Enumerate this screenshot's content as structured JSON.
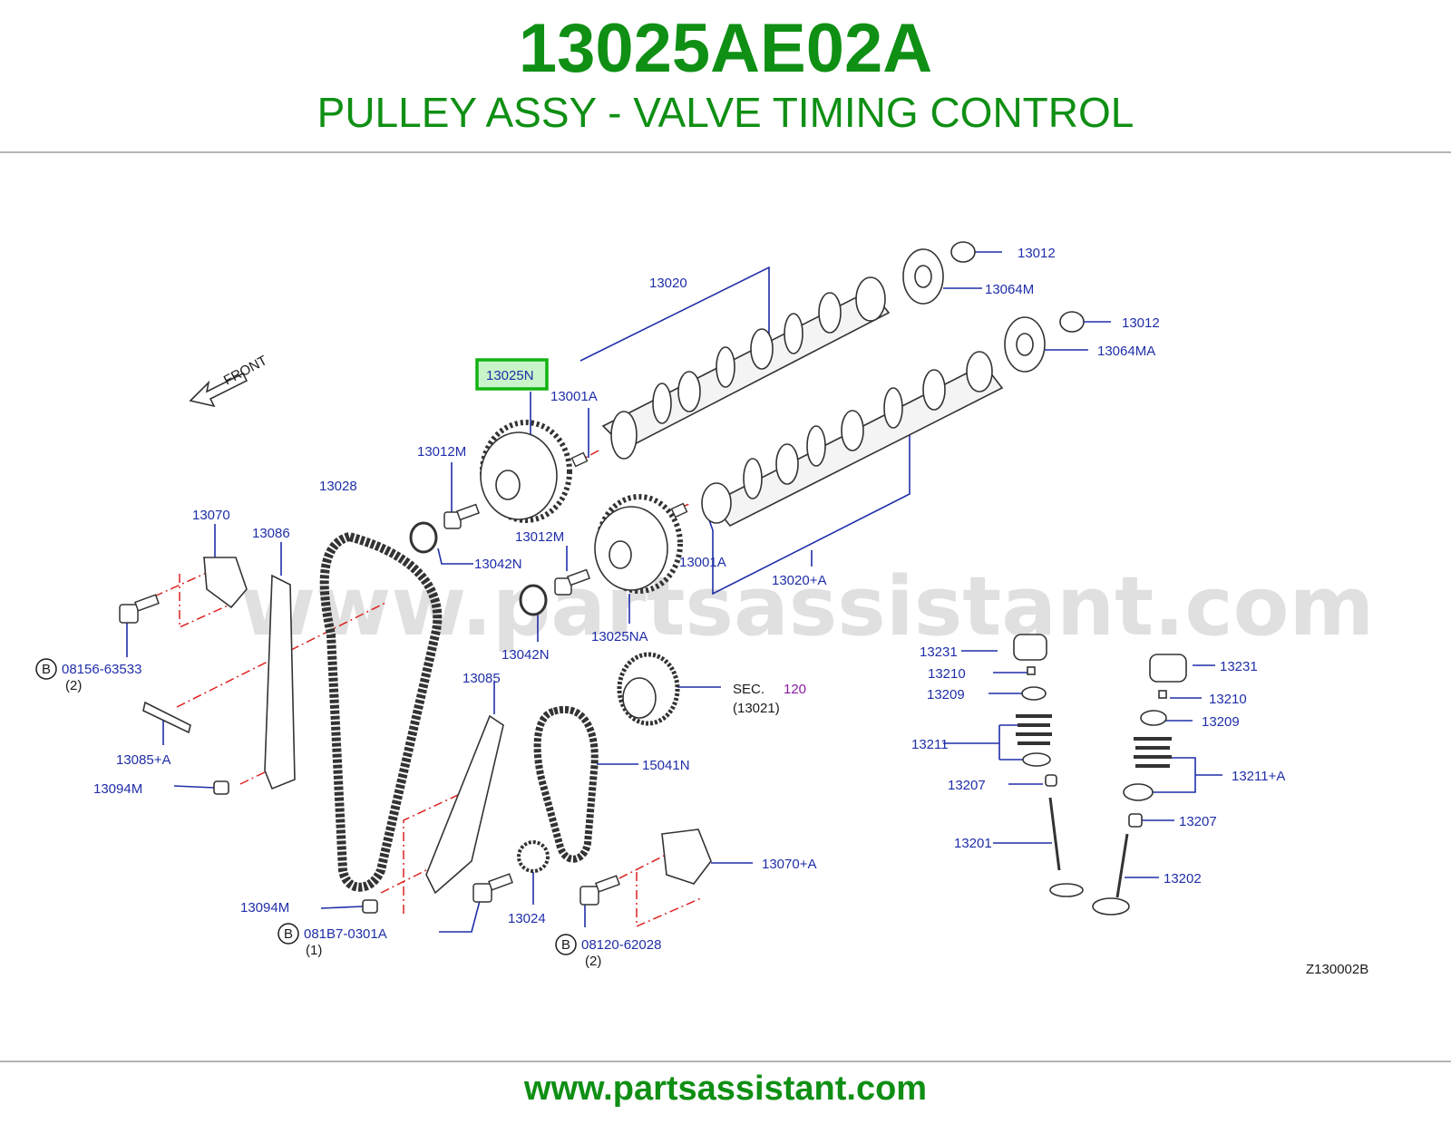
{
  "header": {
    "part_number": "13025AE02A",
    "description": "PULLEY ASSY - VALVE TIMING CONTROL"
  },
  "diagram": {
    "front_label": "FRONT",
    "watermark": "www.partsassistant.com",
    "figure_code": "Z130002B",
    "highlighted_part": "13025N",
    "parts": {
      "p13020": "13020",
      "p13012_top": "13012",
      "p13064M": "13064M",
      "p13012_mid": "13012",
      "p13064MA": "13064MA",
      "p13025N": "13025N",
      "p13001A_top": "13001A",
      "p13012M_top": "13012M",
      "p13028": "13028",
      "p13070": "13070",
      "p13086": "13086",
      "p13042N_top": "13042N",
      "p13012M_mid": "13012M",
      "p13001A_mid": "13001A",
      "p13020A": "13020+A",
      "p13025NA": "13025NA",
      "p08156": "08156-63533",
      "p08156_qty": "(2)",
      "p13042N_bot": "13042N",
      "p13085": "13085",
      "sec_label": "SEC.",
      "sec_num": "120",
      "sec_sub": "(13021)",
      "p15041N": "15041N",
      "p13085A": "13085+A",
      "p13094M_top": "13094M",
      "p13070A": "13070+A",
      "p13094M_bot": "13094M",
      "p13024": "13024",
      "p081B7": "081B7-0301A",
      "p081B7_qty": "(1)",
      "p08120": "08120-62028",
      "p08120_qty": "(2)",
      "p13231_l": "13231",
      "p13210_l": "13210",
      "p13209_l": "13209",
      "p13211": "13211",
      "p13207_l": "13207",
      "p13201": "13201",
      "p13231_r": "13231",
      "p13210_r": "13210",
      "p13209_r": "13209",
      "p13211A": "13211+A",
      "p13207_r": "13207",
      "p13202": "13202",
      "bolt_marker": "B"
    }
  },
  "footer": {
    "url": "www.partsassistant.com"
  }
}
